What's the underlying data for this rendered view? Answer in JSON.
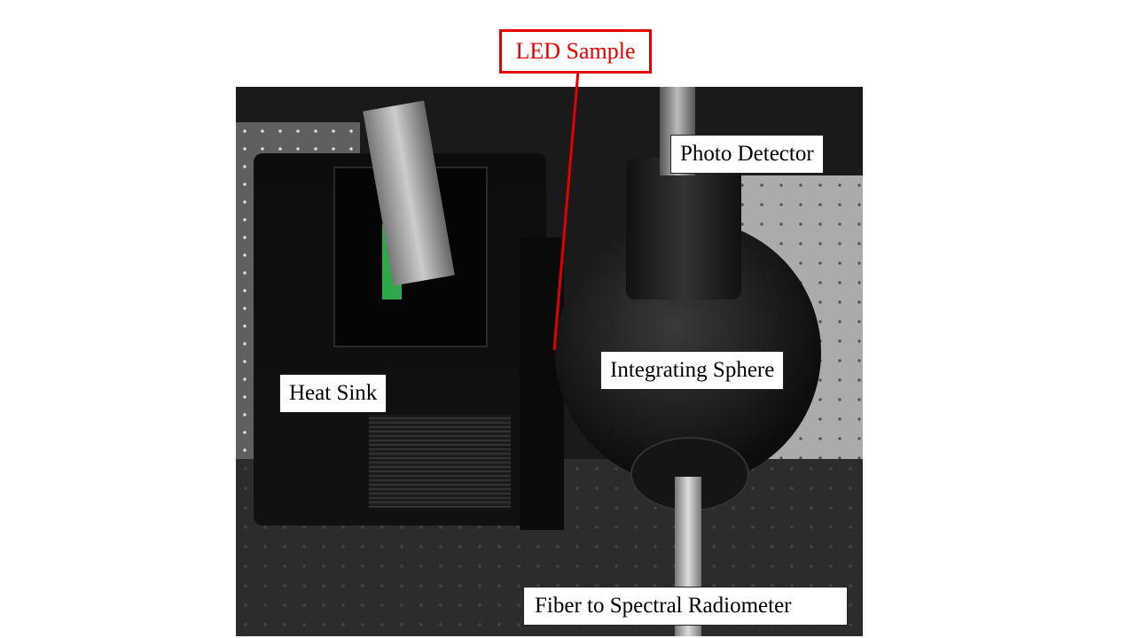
{
  "labels": {
    "led_sample": "LED Sample",
    "photo_detector": "Photo Detector",
    "integrating_sphere": "Integrating Sphere",
    "heat_sink": "Heat Sink",
    "fiber": "Fiber to Spectral Radiometer"
  },
  "colors": {
    "callout": "#e30000"
  }
}
